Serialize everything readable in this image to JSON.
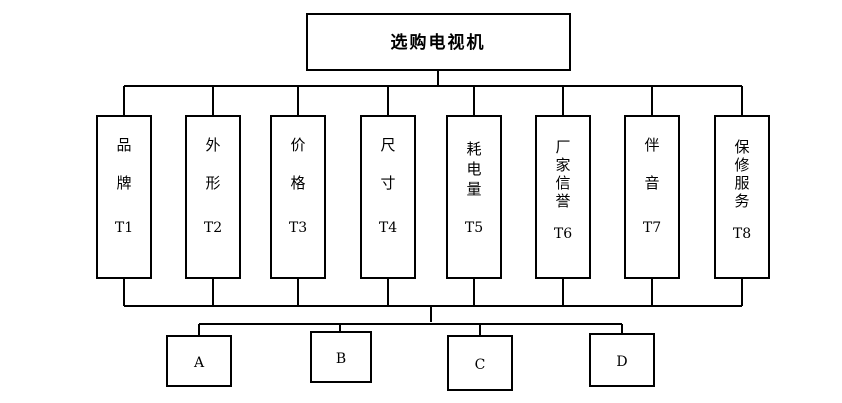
{
  "goal": "选购电视机",
  "criteria": [
    {
      "lines": [
        "品",
        "牌"
      ],
      "code": "T1"
    },
    {
      "lines": [
        "外",
        "形"
      ],
      "code": "T2"
    },
    {
      "lines": [
        "价",
        "格"
      ],
      "code": "T3"
    },
    {
      "lines": [
        "尺",
        "寸"
      ],
      "code": "T4"
    },
    {
      "lines": [
        "耗",
        "电",
        "量"
      ],
      "code": "T5"
    },
    {
      "lines": [
        "厂",
        "家",
        "信",
        "誉"
      ],
      "code": "T6"
    },
    {
      "lines": [
        "伴",
        "音"
      ],
      "code": "T7"
    },
    {
      "lines": [
        "保",
        "修",
        "服",
        "务"
      ],
      "code": "T8"
    }
  ],
  "alternatives": [
    "A",
    "B",
    "C",
    "D"
  ]
}
